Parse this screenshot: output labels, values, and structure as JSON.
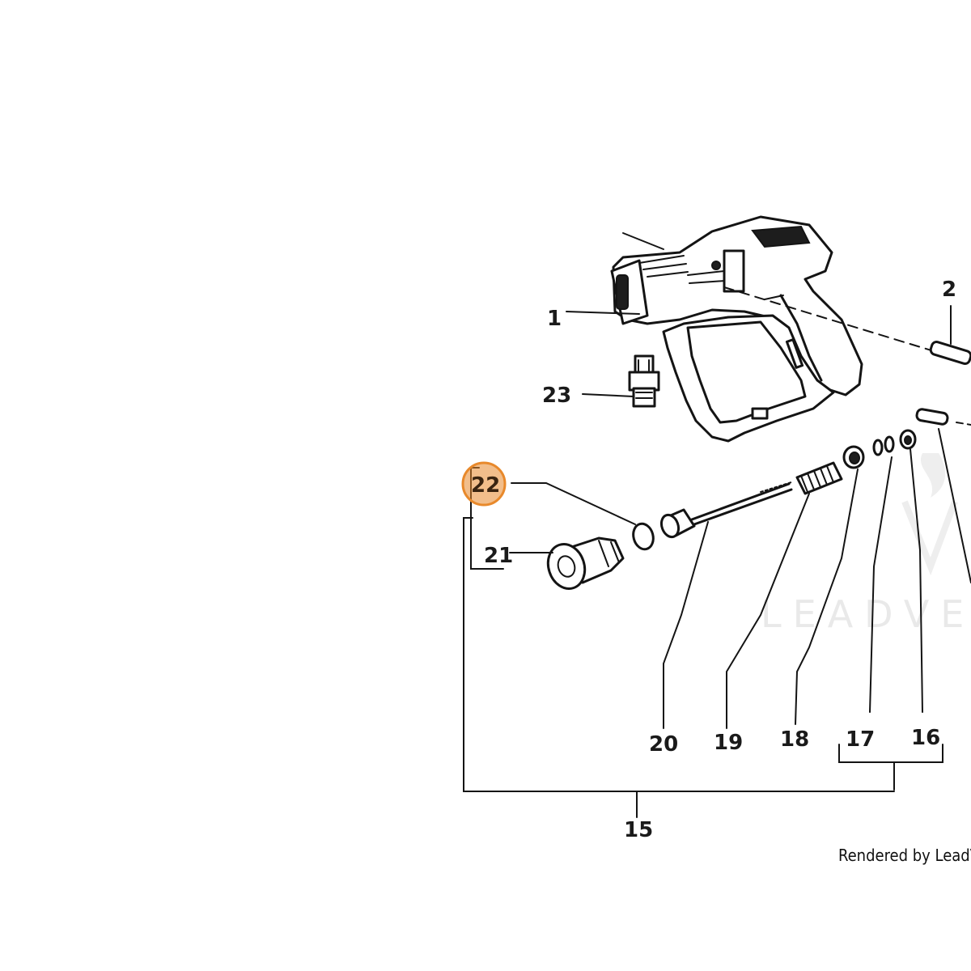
{
  "diagram": {
    "callouts": {
      "c1": "1",
      "c2": "2",
      "c15": "15",
      "c16": "16",
      "c17": "17",
      "c18": "18",
      "c19": "19",
      "c20": "20",
      "c21": "21",
      "c22": "22",
      "c23": "23"
    },
    "highlighted_callout": "22",
    "highlight_color": "#e8892b"
  },
  "watermark": {
    "text": "LEADVEN"
  },
  "footer": {
    "text": "Rendered by LeadVe"
  }
}
